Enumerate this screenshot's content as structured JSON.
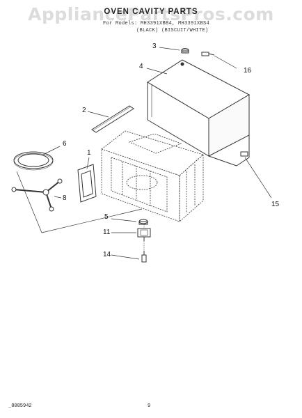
{
  "watermark": "AppliancePartsPros.com",
  "header": {
    "title": "OVEN CAVITY PARTS",
    "subtitle_line1": "For Models: MH3391XBB4, MH3391XBS4",
    "subtitle_line2": "(BLACK)    (BISCUIT/WHITE)"
  },
  "callouts": [
    "1",
    "2",
    "3",
    "4",
    "5",
    "6",
    "8",
    "11",
    "14",
    "15",
    "16"
  ],
  "footer": {
    "code": "_8085942",
    "page": "9"
  }
}
